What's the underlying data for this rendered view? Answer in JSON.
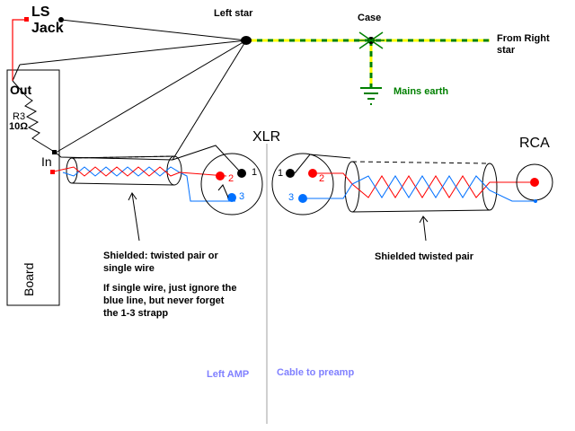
{
  "labels": {
    "ls_jack_line1": "LS",
    "ls_jack_line2": "Jack",
    "left_star": "Left star",
    "case": "Case",
    "from_right_star_line1": "From Right",
    "from_right_star_line2": "star",
    "mains_earth": "Mains earth",
    "out": "Out",
    "r3": "R3",
    "r3_value": "10Ω",
    "in": "In",
    "board": "Board",
    "xlr": "XLR",
    "rca": "RCA",
    "pin1_left": "1",
    "pin2_left": "2",
    "pin3_left": "3",
    "pin1_right": "1",
    "pin2_right": "2",
    "pin3_right": "3",
    "shielded_note_line1": "Shielded: twisted pair or",
    "shielded_note_line2": "single wire",
    "single_wire_line1": "If single wire, just ignore the",
    "single_wire_line2": "blue line, but never forget",
    "single_wire_line3": "the 1-3 strapp",
    "shielded_twisted_pair": "Shielded twisted pair",
    "left_amp": "Left AMP",
    "cable_to_preamp": "Cable to preamp"
  },
  "colors": {
    "signal_hot": "#ff0000",
    "signal_cold": "#0070ff",
    "ground": "#000000",
    "earth_yellow": "#ffff00",
    "earth_green": "#008000",
    "section_label": "#8080ff",
    "divider": "#a0a0a0"
  }
}
